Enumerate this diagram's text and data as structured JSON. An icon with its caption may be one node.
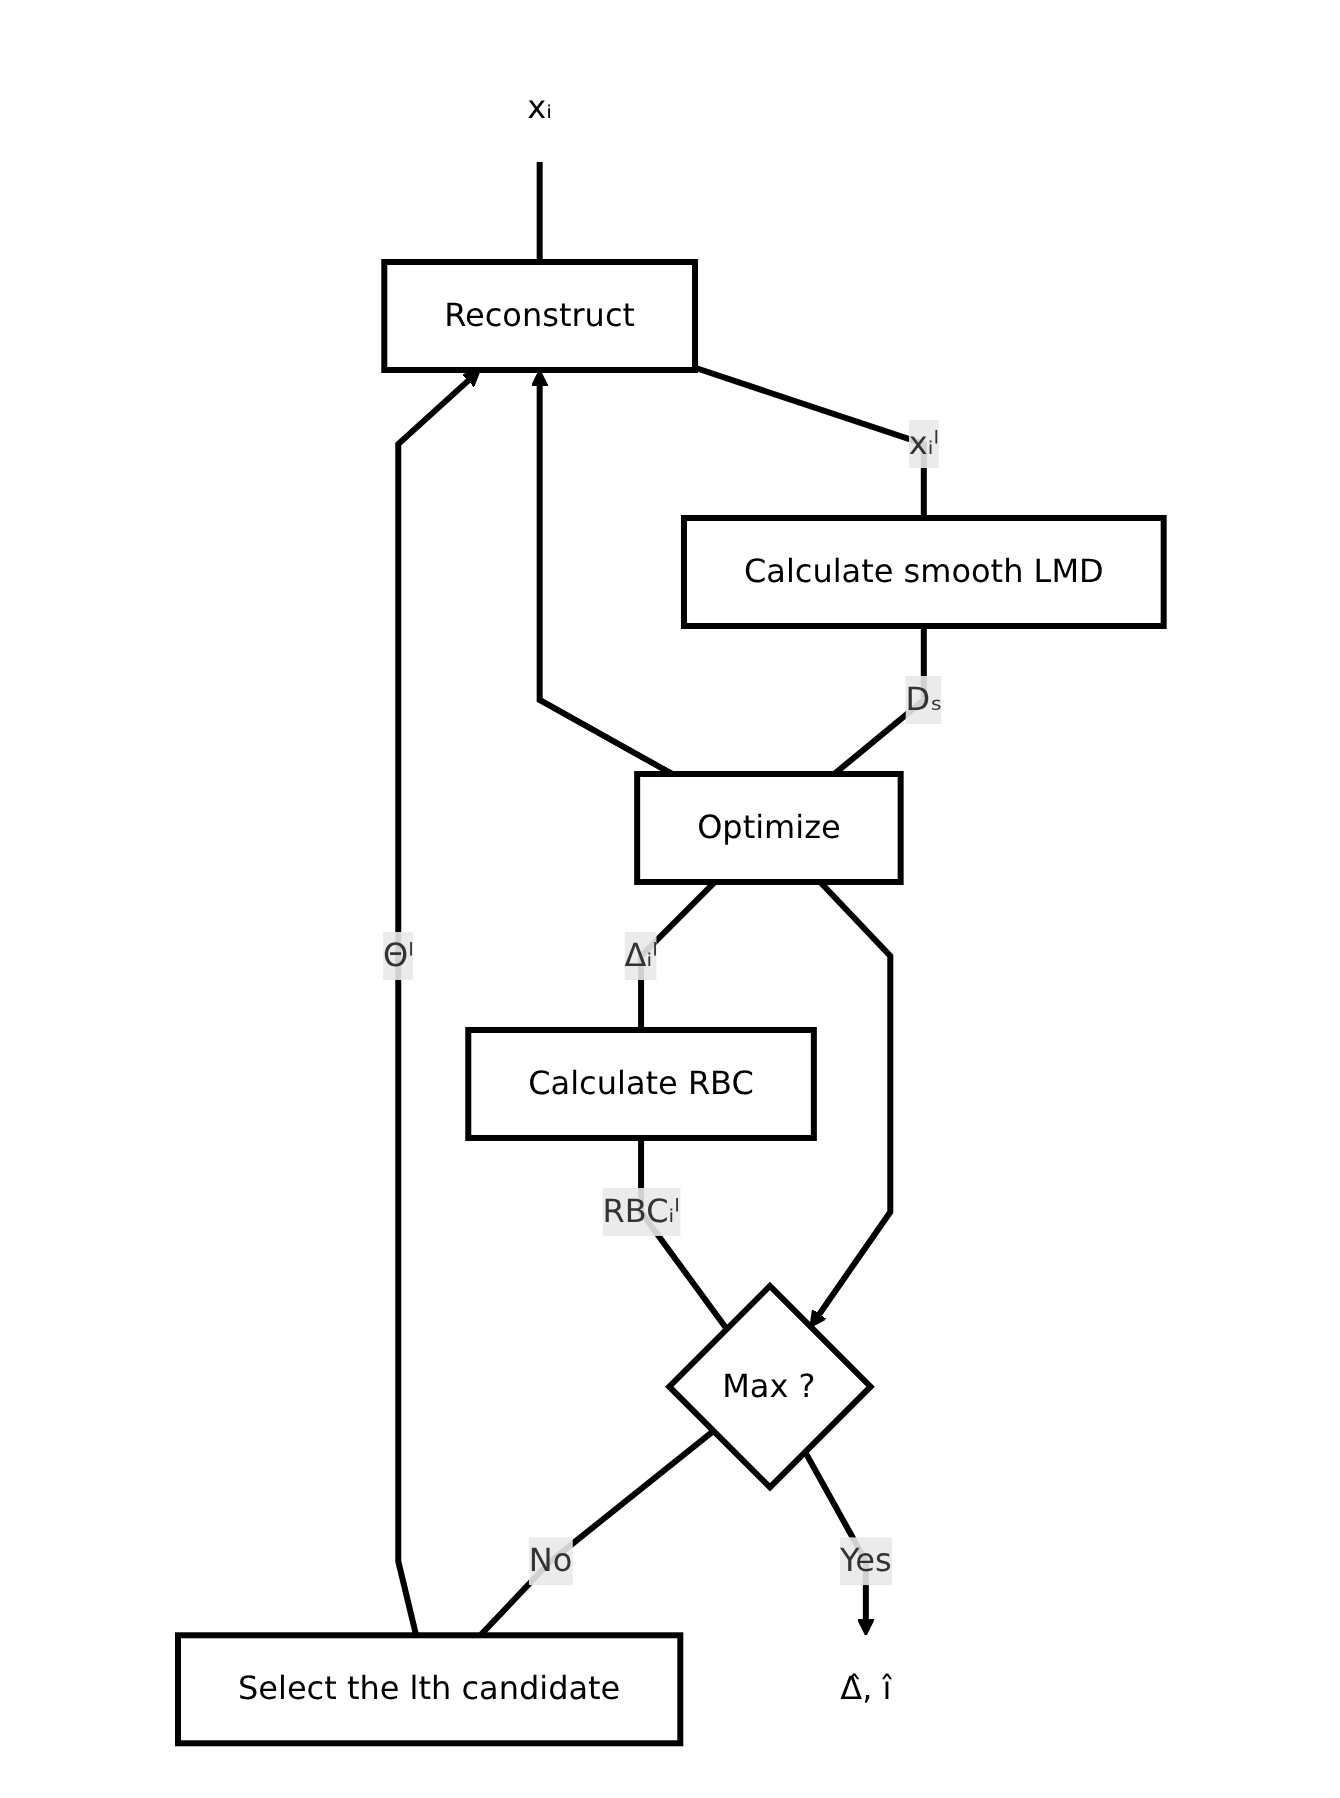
{
  "diagram": {
    "nodes": [
      {
        "text": [
          "Reconstruct"
        ]
      },
      {
        "text": [
          "Calculate smooth LMD"
        ]
      },
      {
        "text": [
          "Optimize"
        ]
      },
      {
        "text": [
          "Calculate RBC"
        ]
      },
      {
        "text": [
          "Max ?"
        ]
      },
      {
        "text": [
          "Select the lth candidate"
        ]
      },
      {
        "text": [
          "xᵢ"
        ]
      },
      {
        "text": [
          "Δ̂, ı̂"
        ]
      }
    ],
    "edges": [
      {
        "from": 6,
        "to": 0,
        "arrow": "none"
      },
      {
        "from": 0,
        "to": 1,
        "arrow": "none",
        "label": "xᵢˡ"
      },
      {
        "from": 1,
        "to": 2,
        "arrow": "none",
        "label": "Dₛ"
      },
      {
        "from": 2,
        "to": 3,
        "arrow": "none",
        "label": "Δᵢˡ"
      },
      {
        "from": 2,
        "to": 0,
        "arrow": "to"
      },
      {
        "from": 2,
        "to": 4,
        "arrow": "to"
      },
      {
        "from": 3,
        "to": 4,
        "arrow": "none",
        "label": "RBCᵢˡ"
      },
      {
        "from": 4,
        "to": 5,
        "arrow": "none",
        "label": "No"
      },
      {
        "from": 5,
        "to": 0,
        "arrow": "to",
        "label": "Θˡ"
      },
      {
        "from": 4,
        "to": 7,
        "arrow": "to",
        "label": "Yes"
      }
    ]
  }
}
